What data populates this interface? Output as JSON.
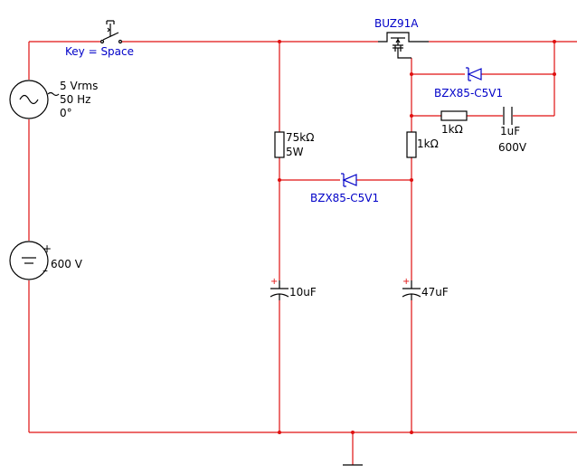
{
  "switch": {
    "label": "Key = Space"
  },
  "ac_source": {
    "line1": "5 Vrms",
    "line2": "50 Hz",
    "line3": "0°"
  },
  "dc_source": {
    "value": "600 V",
    "plus": "+",
    "minus": "–"
  },
  "mosfet": {
    "label": "BUZ91A"
  },
  "diode_top": {
    "label": "BZX85-C5V1"
  },
  "diode_mid": {
    "label": "BZX85-C5V1"
  },
  "resistor_series": {
    "value": "1kΩ"
  },
  "cap_series": {
    "value": "1uF",
    "voltage": "600V"
  },
  "resistor_75k": {
    "value": "75kΩ",
    "power": "5W"
  },
  "resistor_1k": {
    "value": "1kΩ"
  },
  "cap_10u": {
    "value": "10uF",
    "plus": "+"
  },
  "cap_47u": {
    "value": "47uF",
    "plus": "+"
  },
  "colors": {
    "wire": "#e01010",
    "component": "#000000",
    "label": "#0000c8",
    "background": "#ffffff"
  },
  "icons": {
    "ac_source": "ac-voltage-source-icon",
    "dc_source": "dc-voltage-source-icon",
    "switch": "pushbutton-switch-icon",
    "mosfet": "mosfet-icon",
    "diode": "zener-diode-icon",
    "resistor": "resistor-icon",
    "capacitor": "capacitor-icon",
    "electrolytic": "polarized-capacitor-icon",
    "ground": "ground-icon"
  }
}
